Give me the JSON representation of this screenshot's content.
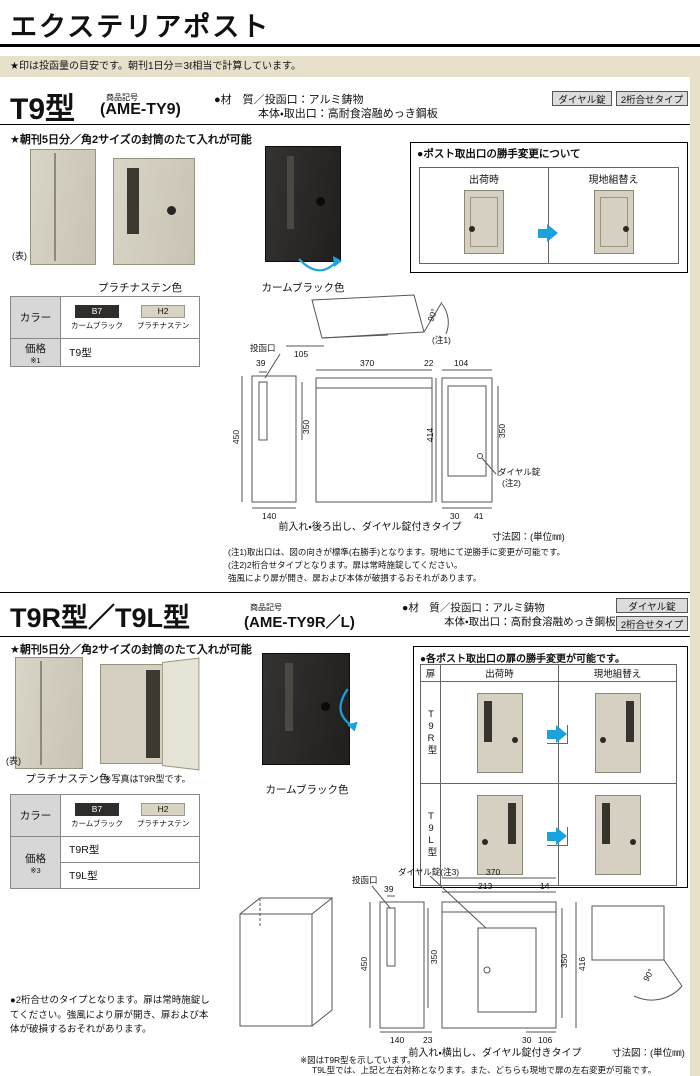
{
  "page": {
    "title": "エクステリアポスト",
    "note": "★印は投函量の目安です。朝刊1日分＝3ℓ相当で計算しています。"
  },
  "s1": {
    "code_label": "商品記号",
    "name": "T9型",
    "code": "(AME-TY9)",
    "material1": "●材　質／投函口：アルミ鋳物",
    "material2": "本体・取出口：高耐食溶融めっき鋼板",
    "badge_dial": "ダイヤル錠",
    "badge_type": "2桁合せタイプ",
    "feature": "★朝刊5日分／角2サイズの封筒のたて入れが可能",
    "front_label": "(表)",
    "caption_platinum": "プラチナステン色",
    "caption_black": "カームブラック色",
    "change": {
      "title": "●ポスト取出口の勝手変更について",
      "shipped": "出荷時",
      "onsite": "現地組替え"
    },
    "table": {
      "color": "カラー",
      "b7": "B7",
      "b7_name": "カームブラック",
      "h2": "H2",
      "h2_name": "プラチナステン",
      "price": "価格",
      "price_note": "※1",
      "row1": "T9型"
    },
    "drawing": {
      "slot": "投函口",
      "d105": "105",
      "d90": "90°",
      "note1": "(注1)",
      "d39": "39",
      "d450": "450",
      "d350f": "350",
      "d140": "140",
      "d370": "370",
      "d22": "22",
      "d104": "104",
      "d414": "414",
      "d350r": "350",
      "d30": "30",
      "d41": "41",
      "dial": "ダイヤル錠",
      "dial_note": "(注2)",
      "caption": "前入れ・後ろ出し、ダイヤル錠付きタイプ",
      "unit": "寸法図：(単位㎜)"
    },
    "notes": [
      "(注1)取出口は、図の向きが標準(右勝手)となります。現地にて逆勝手に変更が可能です。",
      "(注2)2桁合せタイプとなります。扉は常時施錠してください。",
      "強風により扉が開き、扉および本体が破損するおそれがあります。"
    ]
  },
  "s2": {
    "code_label": "商品記号",
    "name": "T9R型／T9L型",
    "code": "(AME-TY9R／L)",
    "material1": "●材　質／投函口：アルミ鋳物",
    "material2": "本体・取出口：高耐食溶融めっき鋼板",
    "badge_dial": "ダイヤル錠",
    "badge_type": "2桁合せタイプ",
    "feature": "★朝刊5日分／角2サイズの封筒のたて入れが可能",
    "front_label": "(表)",
    "caption_platinum": "プラチナステン色",
    "photo_note": "※写真はT9R型です。",
    "caption_black": "カームブラック色",
    "change": {
      "title": "●各ポスト取出口の扉の勝手変更が可能です。",
      "door": "扉",
      "shipped": "出荷時",
      "onsite": "現地組替え",
      "row1": "T9R型",
      "row2": "T9L型"
    },
    "table": {
      "color": "カラー",
      "b7": "B7",
      "b7_name": "カームブラック",
      "h2": "H2",
      "h2_name": "プラチナステン",
      "price": "価格",
      "price_note": "※3",
      "row1": "T9R型",
      "row2": "T9L型"
    },
    "drawing": {
      "slot": "投函口",
      "dial": "ダイヤル錠(注3)",
      "d39": "39",
      "d450": "450",
      "d350f": "350",
      "d140": "140",
      "d23": "23",
      "d370": "370",
      "d213": "213",
      "d14": "14",
      "d350s": "350",
      "d416": "416",
      "d30": "30",
      "d106": "106",
      "d90": "90°",
      "caption": "前入れ・横出し、ダイヤル錠付きタイプ",
      "unit": "寸法図：(単位㎜)"
    },
    "note_left": "●2桁合せのタイプとなります。扉は常時施錠してください。強風により扉が開き、扉および本体が破損するおそれがあります。",
    "note_bottom1": "※図はT9R型を示しています。",
    "note_bottom2": "T9L型では、上記と左右対称となります。また、どちらも現地で扉の左右変更が可能です。"
  }
}
